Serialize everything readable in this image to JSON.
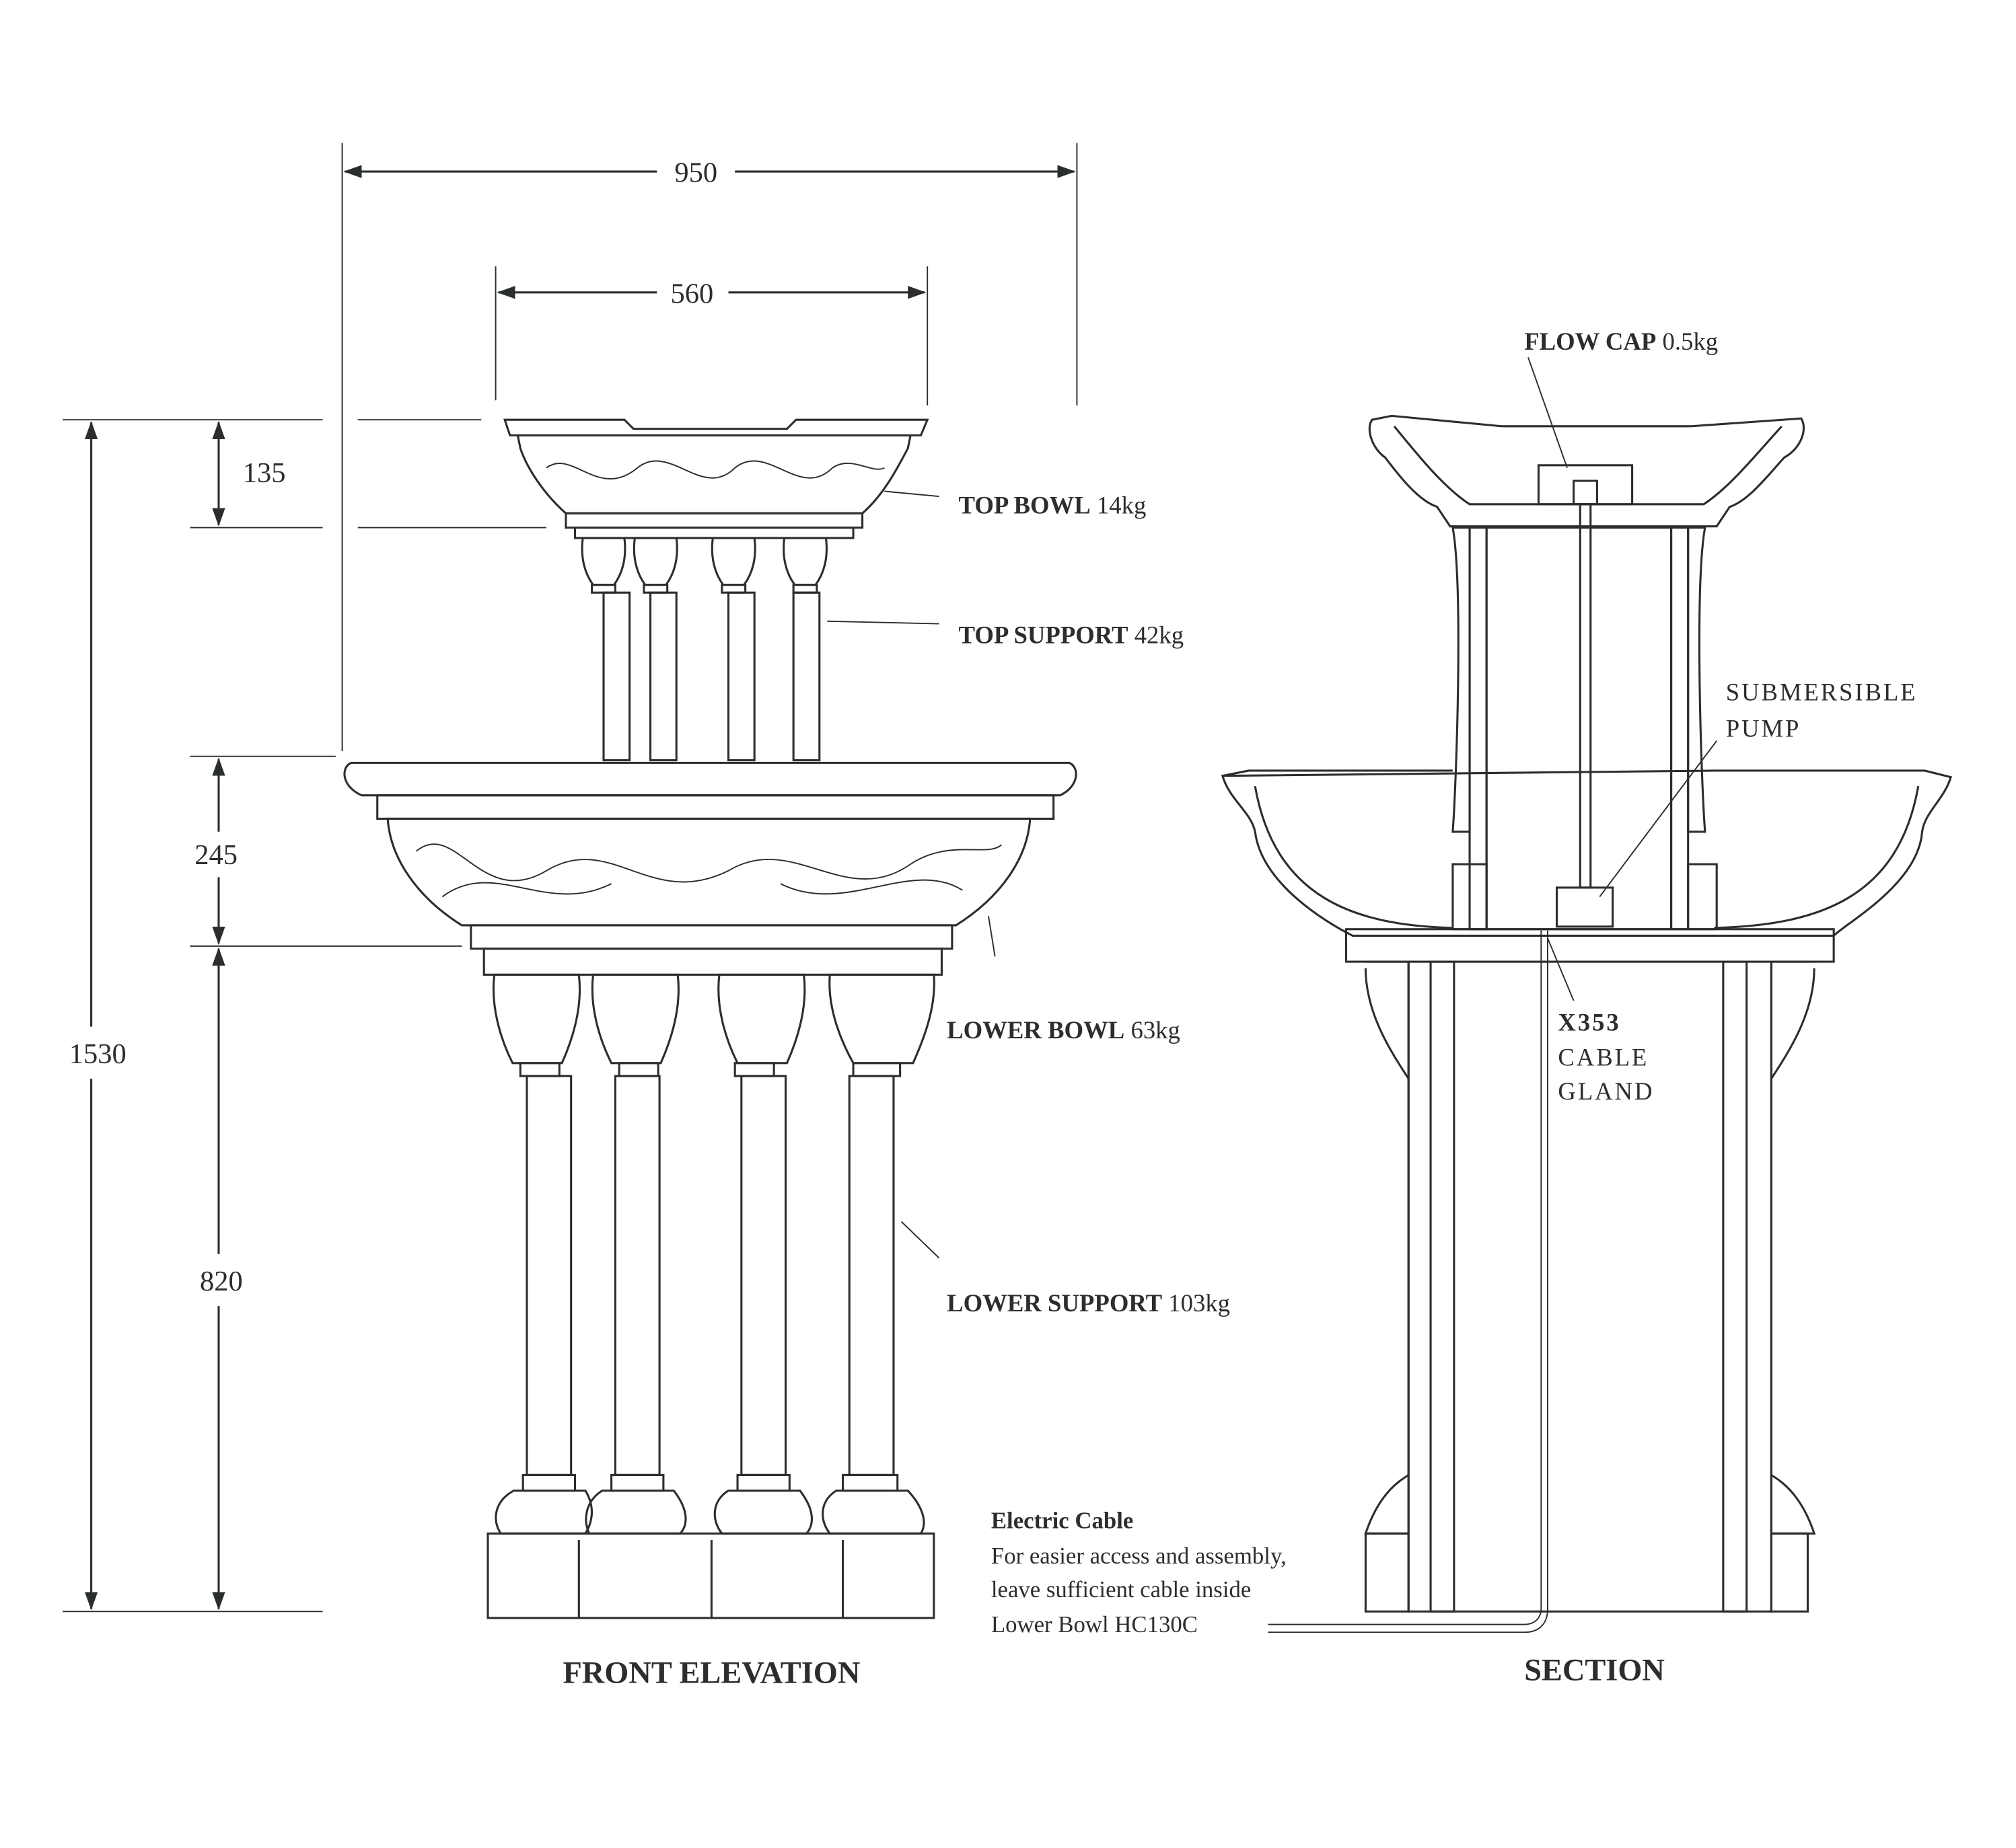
{
  "dimensions": {
    "overall_width": "950",
    "top_bowl_width": "560",
    "overall_height": "1530",
    "top_bowl_height": "135",
    "lower_bowl_height": "245",
    "lower_support_height": "820"
  },
  "front_labels": {
    "top_bowl": "TOP BOWL",
    "top_bowl_weight": "14kg",
    "top_support": "TOP SUPPORT",
    "top_support_weight": "42kg",
    "lower_bowl": "LOWER BOWL",
    "lower_bowl_weight": "63kg",
    "lower_support": "LOWER SUPPORT",
    "lower_support_weight": "103kg"
  },
  "section_labels": {
    "flow_cap": "FLOW CAP",
    "flow_cap_weight": "0.5kg",
    "pump_line1": "SUBMERSIBLE",
    "pump_line2": "PUMP",
    "gland_line1": "X353",
    "gland_line2": "CABLE",
    "gland_line3": "GLAND"
  },
  "cable_note": {
    "title": "Electric Cable",
    "lines": [
      "For easier access and assembly,",
      "leave sufficient cable inside",
      "Lower Bowl HC130C"
    ]
  },
  "captions": {
    "front": "FRONT ELEVATION",
    "section": "SECTION"
  }
}
